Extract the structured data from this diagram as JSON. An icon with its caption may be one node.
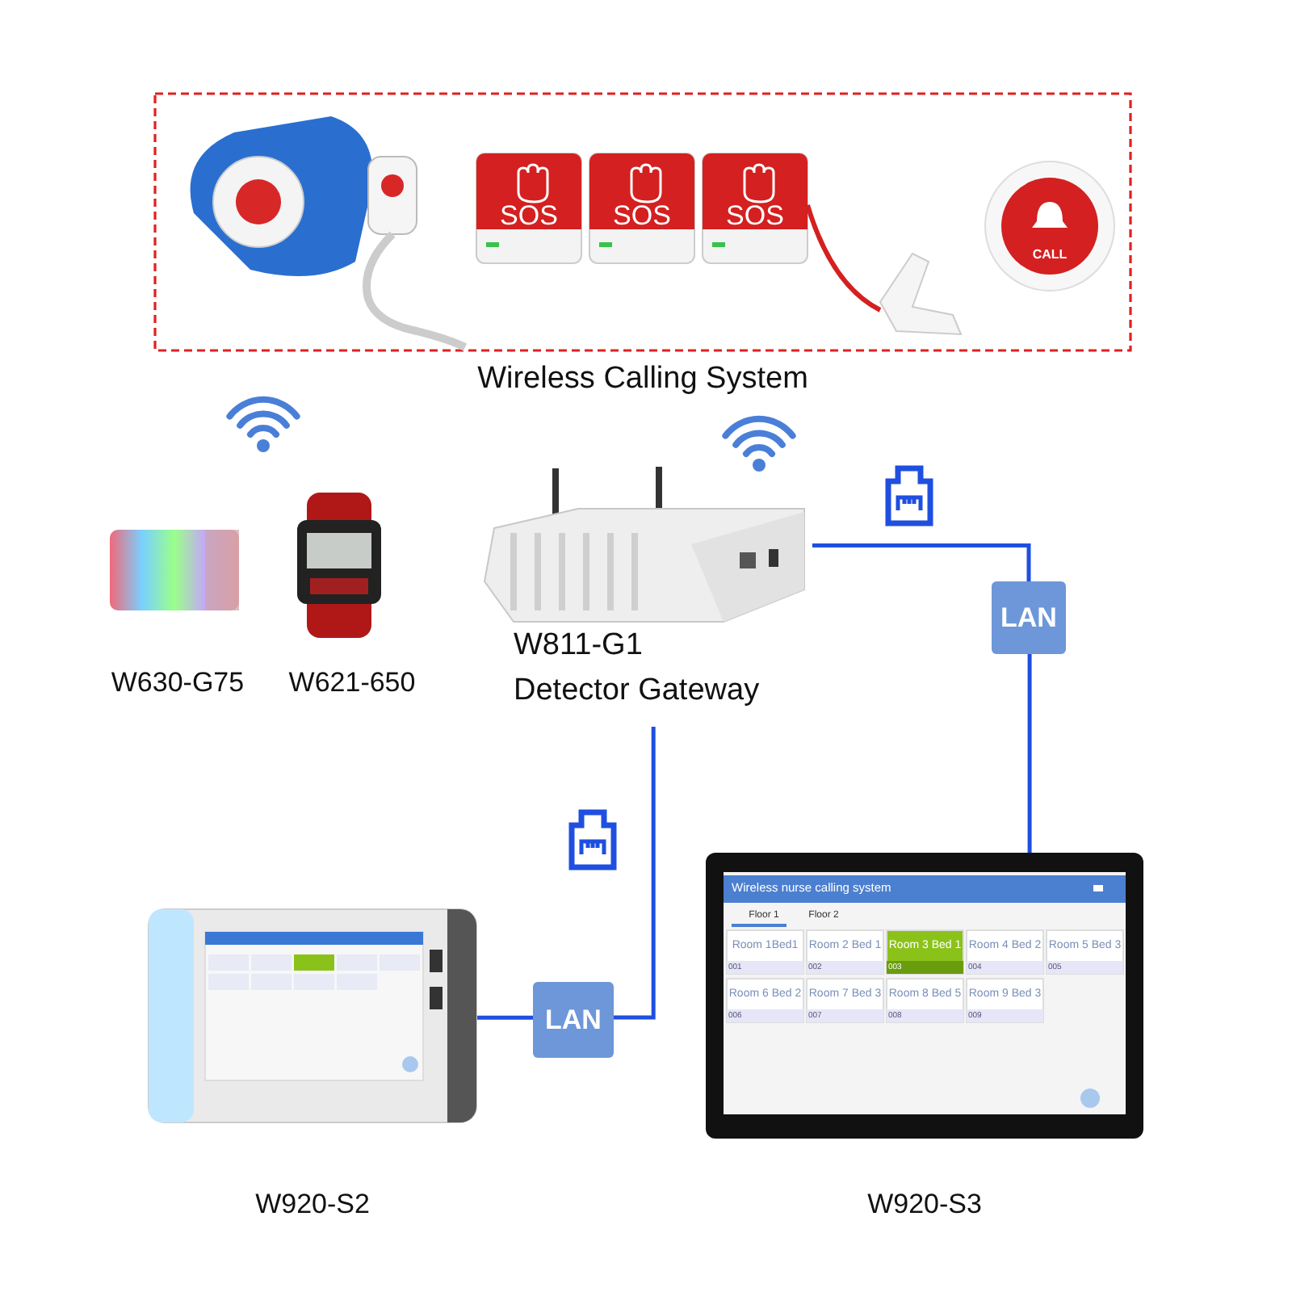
{
  "diagram": {
    "nodes": [
      {
        "text": [
          "Wireless Calling System"
        ]
      },
      {
        "text": [
          "W630-G75"
        ]
      },
      {
        "text": [
          "W621-650"
        ]
      },
      {
        "text": [
          "W811-G1",
          "Detector Gateway"
        ]
      },
      {
        "text": [
          "LAN"
        ]
      },
      {
        "text": [
          "LAN"
        ]
      },
      {
        "text": [
          "W920-S2"
        ]
      },
      {
        "text": [
          "W920-S3"
        ]
      }
    ],
    "edges": [
      {
        "from": 3,
        "to": 4,
        "arrow": "none"
      },
      {
        "from": 4,
        "to": 7,
        "arrow": "none"
      },
      {
        "from": 3,
        "to": 5,
        "arrow": "none"
      },
      {
        "from": 5,
        "to": 6,
        "arrow": "none"
      }
    ],
    "labels": [
      "SOS",
      "SOS",
      "SOS",
      "CALL",
      "Wireless nurse calling system",
      "Floor 1",
      "Floor 2",
      "Room 1Bed1",
      "001",
      "Room 2 Bed 1",
      "002",
      "Room 3 Bed 1",
      "003",
      "Room 4 Bed 2",
      "004",
      "Room 5 Bed 3",
      "005",
      "Room 6 Bed 2",
      "006",
      "Room 7 Bed 3",
      "007",
      "Room 8 Bed 5",
      "008",
      "Room 9 Bed 3",
      "009"
    ]
  }
}
